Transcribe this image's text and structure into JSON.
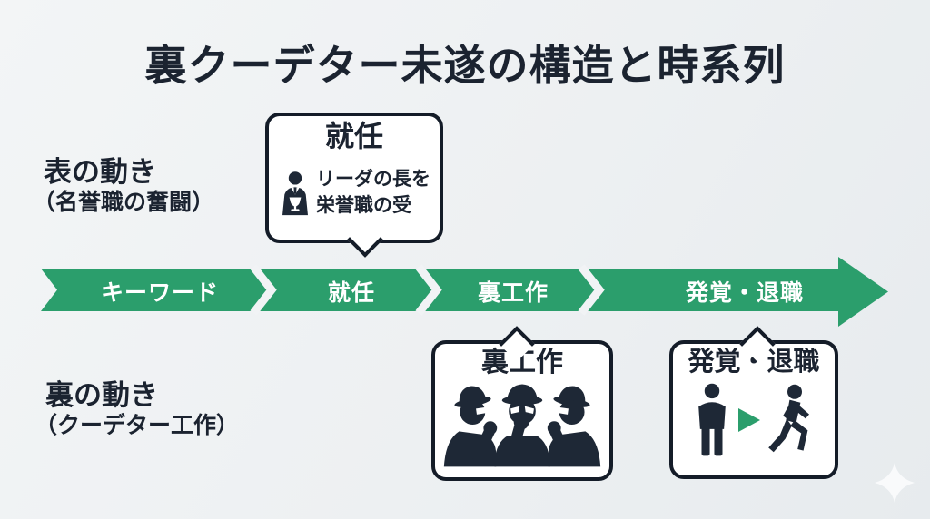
{
  "title": "裏クーデター未遂の構造と時系列",
  "rows": {
    "front": {
      "label": "表の動き",
      "sublabel": "（名誉職の奮闘）"
    },
    "back": {
      "label": "裏の動き",
      "sublabel": "（クーデター工作）"
    }
  },
  "timeline": {
    "segments": [
      {
        "label": "キーワード"
      },
      {
        "label": "就任"
      },
      {
        "label": "裏工作"
      },
      {
        "label": "発覚・退職"
      }
    ]
  },
  "callouts": {
    "appointment": {
      "title": "就任",
      "lines": [
        "リーダの長を",
        "栄誉職の受"
      ],
      "icon": "businessman-icon"
    },
    "maneuvering": {
      "title": "裏工作",
      "icon": "whispering-spies-icon"
    },
    "discovery": {
      "title": "発覚・退職",
      "icons": [
        "standing-person-icon",
        "transition-arrow-icon",
        "walking-person-icon"
      ]
    }
  },
  "colors": {
    "arrow_green": "#2b9e6c",
    "ink": "#1b2330",
    "silhouette": "#1e2836",
    "background": "#edf0f2",
    "bubble_border": "#141c28",
    "bubble_fill": "#ffffff",
    "band_text": "#ffffff"
  },
  "watermark": {
    "icon": "sparkle-icon"
  }
}
